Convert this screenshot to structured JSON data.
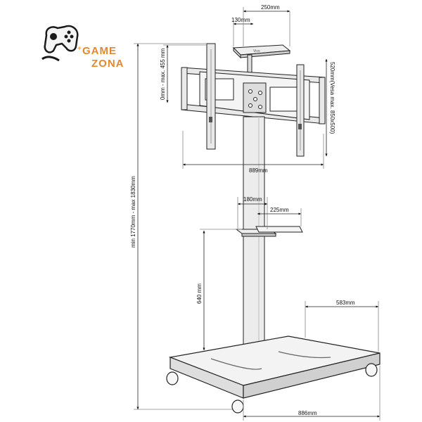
{
  "logo": {
    "line1": "GAME",
    "line2": "ZONA",
    "accent_color": "#e2892e",
    "icon": "gamepad-icon"
  },
  "dimensions": {
    "shelf_top_width": "250mm",
    "shelf_top_depth": "130mm",
    "tilt_height": "0mm - max. 455 mm",
    "vesa": "520mm(Vesa max. 850x500)",
    "bracket_width": "889mm",
    "shelf_mid_depth": "180mm",
    "shelf_mid_width": "225mm",
    "total_height": "min 1770mm - max 1830mm",
    "shelf_height": "640 mm",
    "base_depth": "583mm",
    "base_width": "886mm"
  },
  "colors": {
    "line": "#222222",
    "steel": "#e9e9e9"
  }
}
